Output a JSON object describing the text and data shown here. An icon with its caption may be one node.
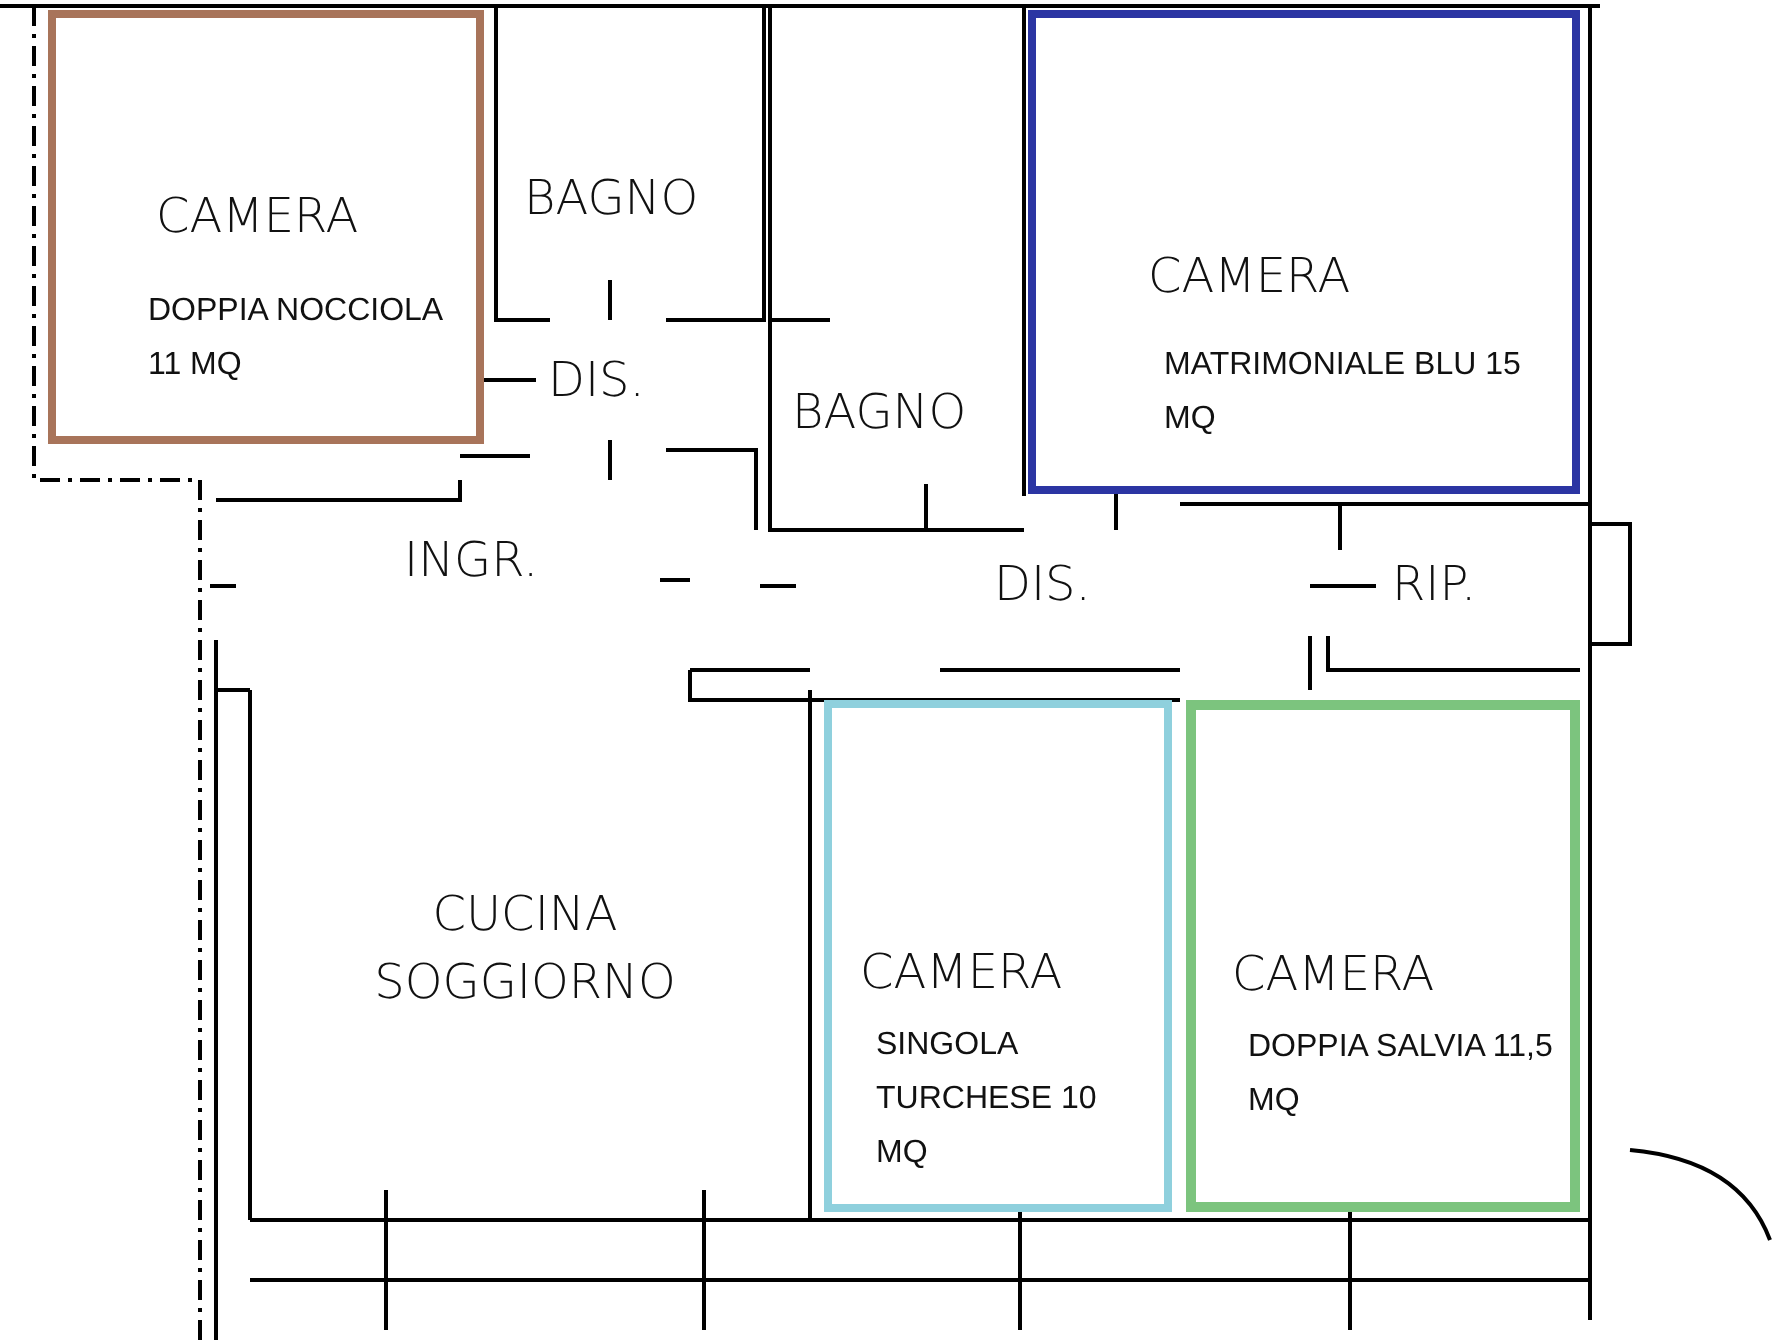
{
  "diagram": {
    "nodes": [
      {
        "text": [
          "CAMERA",
          "DOPPIA NOCCIOLA 11 MQ"
        ]
      },
      {
        "text": [
          "BAGNO"
        ]
      },
      {
        "text": [
          "DIS."
        ]
      },
      {
        "text": [
          "BAGNO"
        ]
      },
      {
        "text": [
          "CAMERA",
          "MATRIMONIALE BLU 15 MQ"
        ]
      },
      {
        "text": [
          "INGR."
        ]
      },
      {
        "text": [
          "DIS."
        ]
      },
      {
        "text": [
          "RIP."
        ]
      },
      {
        "text": [
          "CUCINA SOGGIORNO"
        ]
      },
      {
        "text": [
          "CAMERA",
          "SINGOLA TURCHESE 10 MQ"
        ]
      },
      {
        "text": [
          "CAMERA",
          "DOPPIA SALVIA 11,5 MQ"
        ]
      }
    ],
    "edges": []
  }
}
